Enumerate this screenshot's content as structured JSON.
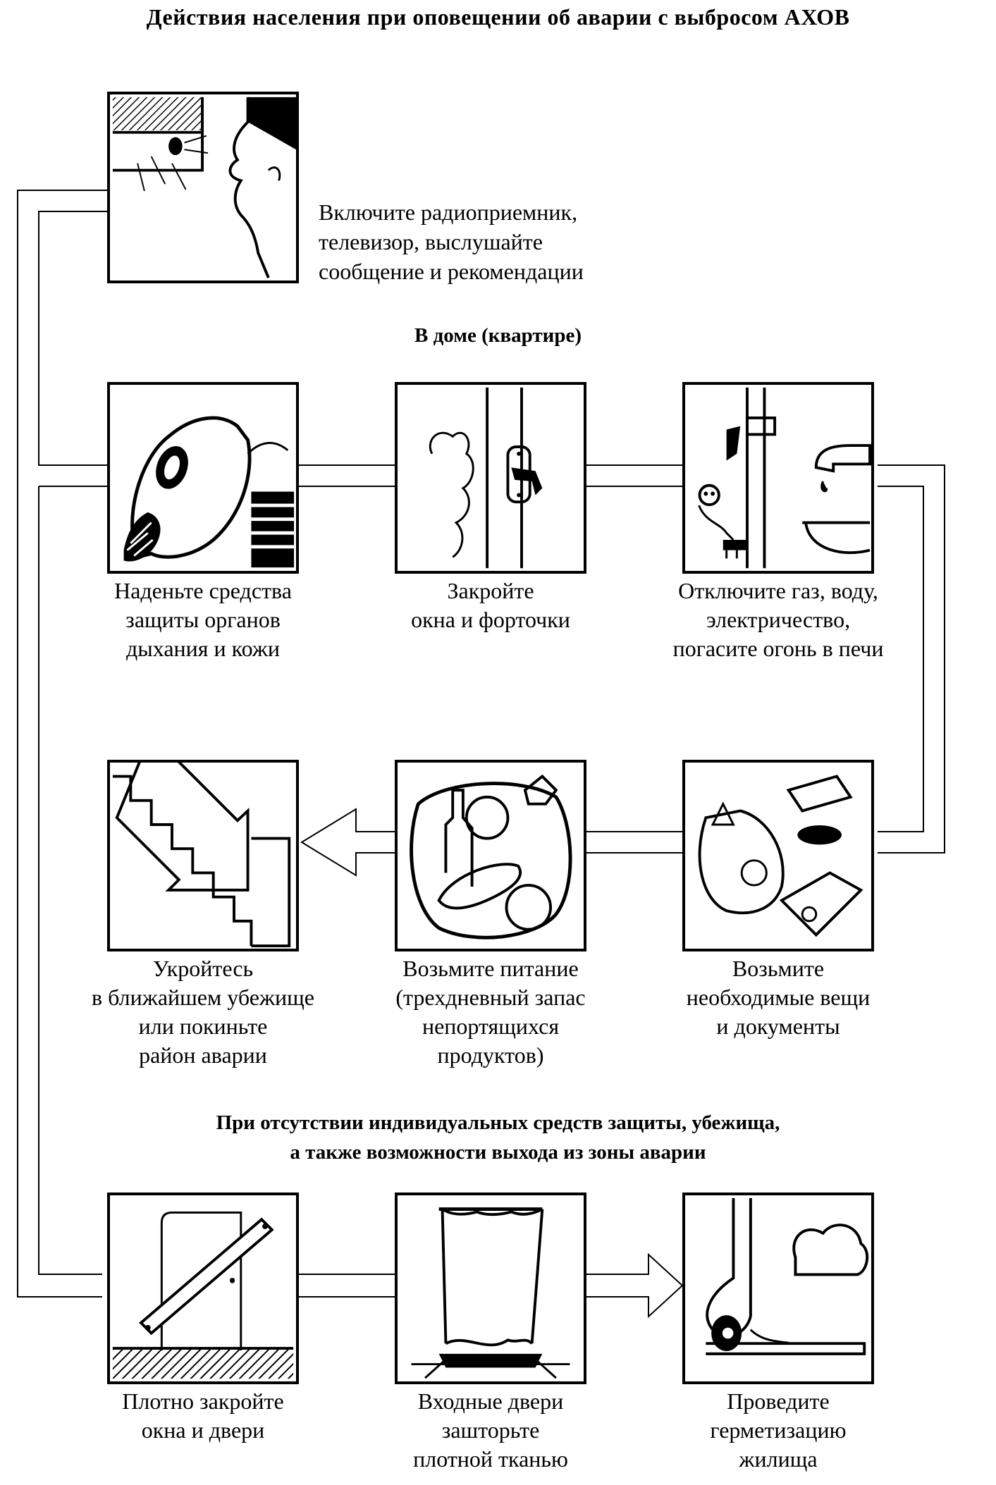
{
  "title": "Действия населения при оповещении об аварии с выбросом АХОВ",
  "intro": {
    "lines": [
      "Включите радиоприемник,",
      "телевизор, выслушайте",
      "сообщение и рекомендации"
    ]
  },
  "section_home": "В доме (квартире)",
  "steps": [
    {
      "lines": [
        "Наденьте средства",
        "защиты органов",
        "дыхания и кожи"
      ]
    },
    {
      "lines": [
        "Закройте",
        "окна и форточки"
      ]
    },
    {
      "lines": [
        "Отключите газ, воду,",
        "электричество,",
        "погасите огонь в печи"
      ]
    },
    {
      "lines": [
        "Возьмите",
        "необходимые вещи",
        "и документы"
      ]
    },
    {
      "lines": [
        "Возьмите питание",
        "(трехдневный запас",
        "непортящихся",
        "продуктов)"
      ]
    },
    {
      "lines": [
        "Укройтесь",
        "в ближайшем убежище",
        "или покиньте",
        "район аварии"
      ]
    }
  ],
  "section_no_protection": {
    "lines": [
      "При отсутствии индивидуальных средств защиты, убежища,",
      "а также возможности выхода из зоны аварии"
    ]
  },
  "steps_alt": [
    {
      "lines": [
        "Плотно закройте",
        "окна и двери"
      ]
    },
    {
      "lines": [
        "Входные двери",
        "зашторьте",
        "плотной тканью"
      ]
    },
    {
      "lines": [
        "Проведите",
        "герметизацию",
        "жилища"
      ]
    }
  ]
}
